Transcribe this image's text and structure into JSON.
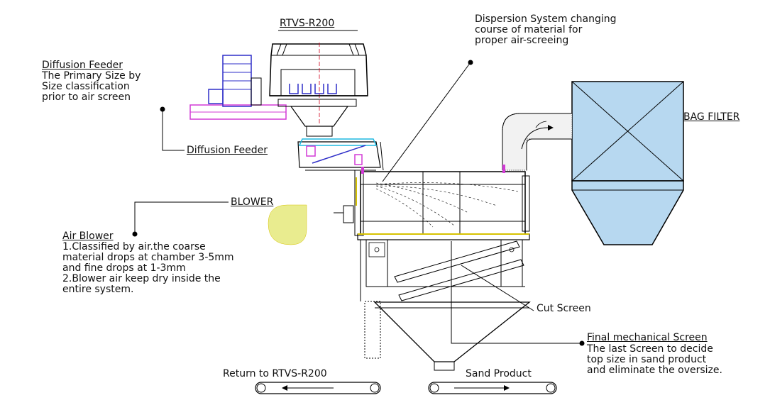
{
  "labels": {
    "rtvs_title": "RTVS-R200",
    "dispersion_text": "Dispersion System changing\ncourse of material for\nproper air-screeing",
    "diffusion_feeder_title": "Diffusion Feeder",
    "diffusion_feeder_desc": "The Primary Size by\nSize classification\nprior to air screen",
    "diffusion_feeder_callout": "Diffusion Feeder",
    "bag_filter": "BAG FILTER",
    "blower": "BLOWER",
    "air_blower_title": "Air Blower",
    "air_blower_desc": "1.Classified by air.the coarse\n material drops at chamber 3-5mm\n and fine drops at 1-3mm\n2.Blower air keep dry inside the\n entire system.",
    "cut_screen": "Cut Screen",
    "final_screen_title": "Final mechanical Screen",
    "final_screen_desc": "The last Screen to decide\ntop size in sand product\nand eliminate the oversize.",
    "return_conveyor": "Return to RTVS-R200",
    "sand_product": "Sand Product"
  },
  "colors": {
    "bag_filter_fill": "#b7d8f0",
    "blower_fill": "#e9ec8f",
    "machine_outline": "#000000",
    "frame_magenta": "#d23ad6",
    "motor_blue": "#2e2ec8",
    "accent_cyan": "#1fb8e0",
    "accent_yellow": "#d6c200",
    "duct_fill": "#f2f2f2"
  }
}
